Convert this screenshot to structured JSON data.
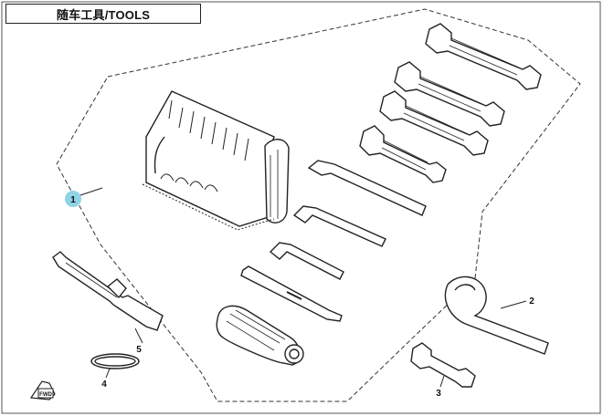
{
  "title": "随车工具/TOOLS",
  "callouts": [
    {
      "id": "1",
      "label": "1"
    },
    {
      "id": "2",
      "label": "2"
    },
    {
      "id": "3",
      "label": "3"
    },
    {
      "id": "4",
      "label": "4"
    },
    {
      "id": "5",
      "label": "5"
    }
  ],
  "fwd_mark": "FWD",
  "colors": {
    "line": "#222222",
    "callout1_fill": "#8fd3e6",
    "dash": "#333333"
  }
}
